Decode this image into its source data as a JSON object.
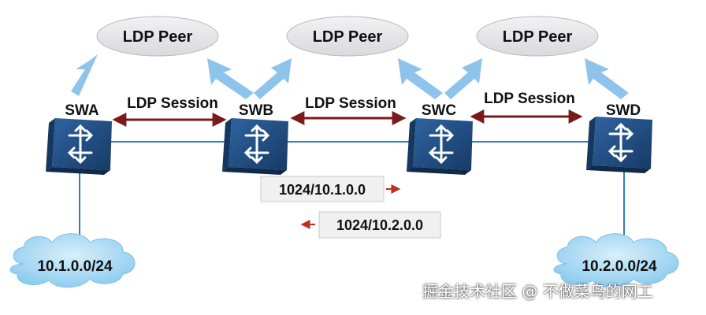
{
  "peers": [
    {
      "label": "LDP Peer"
    },
    {
      "label": "LDP Peer"
    },
    {
      "label": "LDP Peer"
    }
  ],
  "sessions": [
    {
      "label": "LDP Session"
    },
    {
      "label": "LDP Session"
    },
    {
      "label": "LDP Session"
    }
  ],
  "switches": [
    {
      "label": "SWA"
    },
    {
      "label": "SWB"
    },
    {
      "label": "SWC"
    },
    {
      "label": "SWD"
    }
  ],
  "routes": [
    {
      "label": "1024/10.1.0.0"
    },
    {
      "label": "1024/10.2.0.0"
    }
  ],
  "networks": [
    {
      "label": "10.1.0.0/24"
    },
    {
      "label": "10.2.0.0/24"
    }
  ],
  "watermark": "掘金技术社区 @ 不做菜鸟的网工",
  "colors": {
    "peer_ellipse": "#e6e6ea",
    "peer_arrow": "#8ec3ec",
    "session_arrow": "#7a1a1a",
    "switch_body": "#1f4d82",
    "link_line": "#2f7fc4",
    "route_box": "#f0f0f0",
    "cloud": "#a9d9f4"
  }
}
